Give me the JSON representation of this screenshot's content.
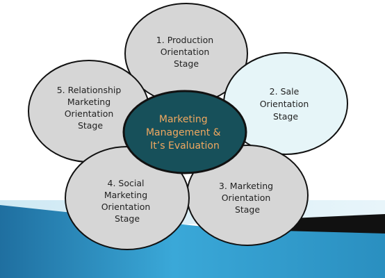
{
  "diagram": {
    "petals": [
      {
        "id": "production",
        "lines": [
          "1. Production",
          "Orientation",
          "Stage"
        ]
      },
      {
        "id": "sale",
        "lines": [
          "2. Sale",
          "Orientation",
          "Stage"
        ]
      },
      {
        "id": "marketing",
        "lines": [
          "3. Marketing",
          "Orientation",
          "Stage"
        ]
      },
      {
        "id": "social",
        "lines": [
          "4. Social",
          "Marketing",
          "Orientation",
          "Stage"
        ]
      },
      {
        "id": "relationship",
        "lines": [
          "5. Relationship",
          "Marketing",
          "Orientation",
          "Stage"
        ]
      }
    ],
    "center": {
      "lines": [
        "Marketing",
        "Management &",
        "It’s Evaluation"
      ]
    }
  },
  "colors": {
    "petal_fill": "#d6d6d6",
    "highlight_petal_fill": "#e6f5f8",
    "center_fill": "#17505a",
    "center_text": "#f0a860",
    "background_band": "#2a8fc0"
  }
}
